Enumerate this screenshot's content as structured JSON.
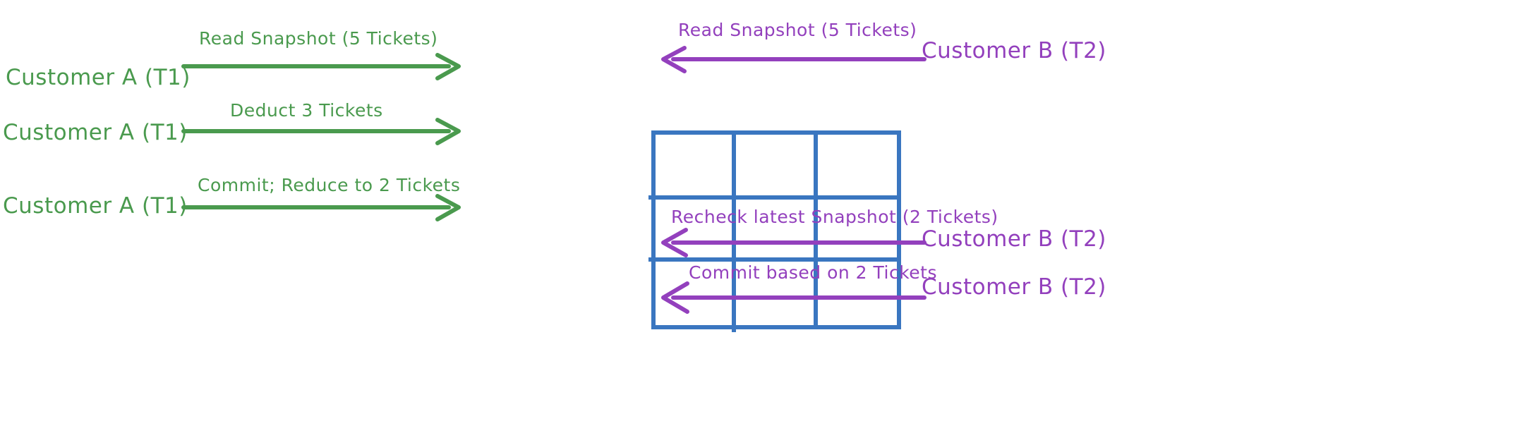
{
  "diagram": {
    "title": "Snapshot isolation / write skew ticket booking sequence",
    "colors": {
      "transaction_a": "#4a9a4e",
      "transaction_b": "#9340bd",
      "table": "#3a76c0"
    },
    "actors": {
      "a": "Customer A (T1)",
      "b": "Customer B (T2)"
    },
    "messages": {
      "read_snapshot_a": "Read Snapshot (5 Tickets)",
      "read_snapshot_b": "Read Snapshot (5 Tickets)",
      "deduct": "Deduct 3 Tickets",
      "commit_reduce": "Commit; Reduce to 2 Tickets",
      "recheck": "Recheck latest Snapshot (2 Tickets)",
      "commit_b": "Commit based on 2 Tickets"
    },
    "table": {
      "name": "tickets-table",
      "rows": 3,
      "cols": 3,
      "cells": [
        [
          "",
          "",
          ""
        ],
        [
          "",
          "",
          ""
        ],
        [
          "",
          "",
          ""
        ]
      ]
    },
    "flows": [
      {
        "id": "f1",
        "actor": "Customer A (T1)",
        "label": "Read Snapshot (5 Tickets)",
        "direction": "right",
        "color": "#4a9a4e"
      },
      {
        "id": "f2",
        "actor": "Customer B (T2)",
        "label": "Read Snapshot (5 Tickets)",
        "direction": "left",
        "color": "#9340bd"
      },
      {
        "id": "f3",
        "actor": "Customer A (T1)",
        "label": "Deduct 3 Tickets",
        "direction": "right",
        "color": "#4a9a4e"
      },
      {
        "id": "f4",
        "actor": "Customer A (T1)",
        "label": "Commit; Reduce to 2 Tickets",
        "direction": "right",
        "color": "#4a9a4e"
      },
      {
        "id": "f5",
        "actor": "Customer B (T2)",
        "label": "Recheck latest Snapshot (2 Tickets)",
        "direction": "left",
        "color": "#9340bd"
      },
      {
        "id": "f6",
        "actor": "Customer B (T2)",
        "label": "Commit based on 2 Tickets",
        "direction": "left",
        "color": "#9340bd"
      }
    ]
  }
}
